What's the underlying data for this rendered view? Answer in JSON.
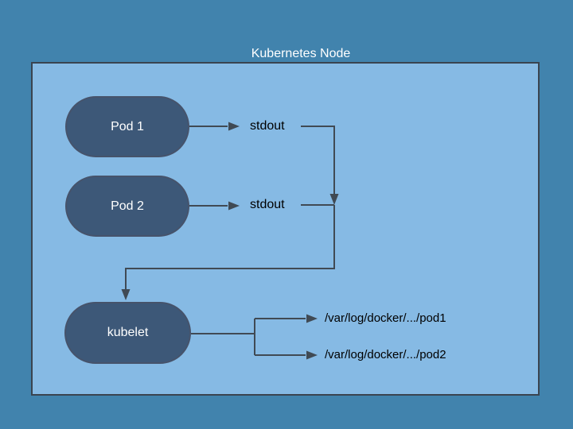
{
  "title": "Kubernetes Node",
  "nodes": {
    "pod1": "Pod 1",
    "pod2": "Pod 2",
    "kubelet": "kubelet"
  },
  "labels": {
    "pod1_output": "stdout",
    "pod2_output": "stdout",
    "kubelet_log1": "/var/log/docker/.../pod1",
    "kubelet_log2": "/var/log/docker/.../pod2"
  },
  "colors": {
    "canvas-bg": "#4183ad",
    "node-fill": "#86bae4",
    "node-border": "#3a4450",
    "pill-fill": "#3d5878",
    "pill-border": "#46536b",
    "pill-text": "#ffffff",
    "line-color": "#404a54",
    "label-text": "#000000",
    "title-text": "#ffffff"
  }
}
